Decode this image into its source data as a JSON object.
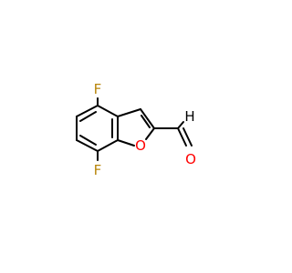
{
  "molecule": {
    "atoms": {
      "f_top": {
        "symbol": "F",
        "color": "#B8860B"
      },
      "f_bottom": {
        "symbol": "F",
        "color": "#B8860B"
      },
      "o_ring": {
        "symbol": "O",
        "color": "#FF0000"
      },
      "o_aldehyde": {
        "symbol": "O",
        "color": "#FF0000"
      },
      "h_aldehyde": {
        "symbol": "H",
        "color": "#000000"
      }
    },
    "bond_color": "#000000"
  }
}
